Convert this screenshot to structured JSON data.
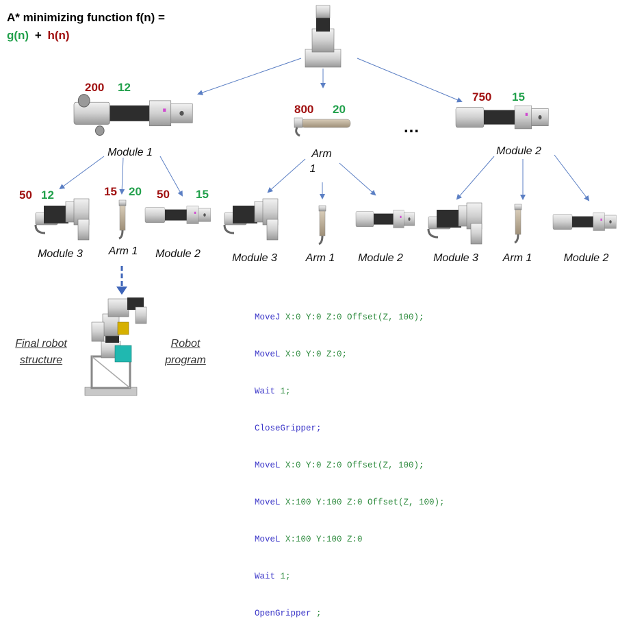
{
  "title": "A* minimizing function f(n) =",
  "formula": {
    "g": "g(n)",
    "plus": "+",
    "h": "h(n)"
  },
  "ellipsis": "...",
  "level1": [
    {
      "label": "Module 1",
      "h": "200",
      "g": "12"
    },
    {
      "label_line1": "Arm",
      "label_line2": "1",
      "h": "800",
      "g": "20"
    },
    {
      "label": "Module 2",
      "h": "750",
      "g": "15"
    }
  ],
  "level2_left": [
    {
      "label": "Module 3",
      "h": "50",
      "g": "12"
    },
    {
      "label": "Arm 1",
      "h": "15",
      "g": "20"
    },
    {
      "label": "Module 2",
      "h": "50",
      "g": "15"
    }
  ],
  "level2_mid": [
    {
      "label": "Module 3"
    },
    {
      "label": "Arm 1"
    },
    {
      "label": "Module 2"
    }
  ],
  "level2_right": [
    {
      "label": "Module 3"
    },
    {
      "label": "Arm 1"
    },
    {
      "label": "Module 2"
    }
  ],
  "final_structure": {
    "line1": "Final robot",
    "line2": "structure"
  },
  "robot_program": {
    "line1": "Robot",
    "line2": "program"
  },
  "code": [
    {
      "cmd": "MoveJ",
      "args": " X:0 Y:0 Z:0 Offset(Z, 100);"
    },
    {
      "cmd": "MoveL",
      "args": " X:0 Y:0 Z:0;"
    },
    {
      "cmd": "Wait",
      "args": " 1;"
    },
    {
      "cmd": "CloseGripper;",
      "args": ""
    },
    {
      "cmd": "MoveL",
      "args": " X:0 Y:0 Z:0 Offset(Z, 100);"
    },
    {
      "cmd": "MoveL",
      "args": " X:100 Y:100 Z:0 Offset(Z, 100);"
    },
    {
      "cmd": "MoveL",
      "args": " X:100 Y:100 Z:0"
    },
    {
      "cmd": "Wait",
      "args": " 1;"
    },
    {
      "cmd": "OpenGripper",
      "args": " ;"
    }
  ],
  "colors": {
    "g_cost": "#21a04b",
    "h_cost": "#a01010",
    "arrow": "#5b7fc4",
    "code": "#3a35c8"
  }
}
